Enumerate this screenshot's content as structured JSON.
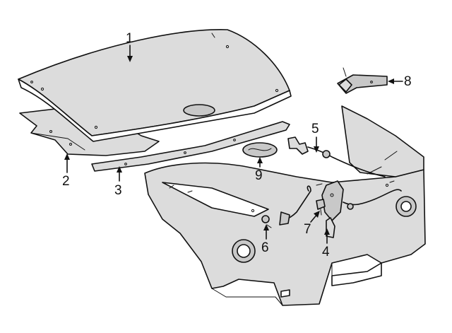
{
  "callouts": [
    {
      "id": "1",
      "label": "1"
    },
    {
      "id": "2",
      "label": "2"
    },
    {
      "id": "3",
      "label": "3"
    },
    {
      "id": "4",
      "label": "4"
    },
    {
      "id": "5",
      "label": "5"
    },
    {
      "id": "6",
      "label": "6"
    },
    {
      "id": "7",
      "label": "7"
    },
    {
      "id": "8",
      "label": "8"
    },
    {
      "id": "9",
      "label": "9"
    }
  ],
  "colors": {
    "line": "#111111",
    "panel": "#dcdcdc",
    "background": "#ffffff"
  }
}
